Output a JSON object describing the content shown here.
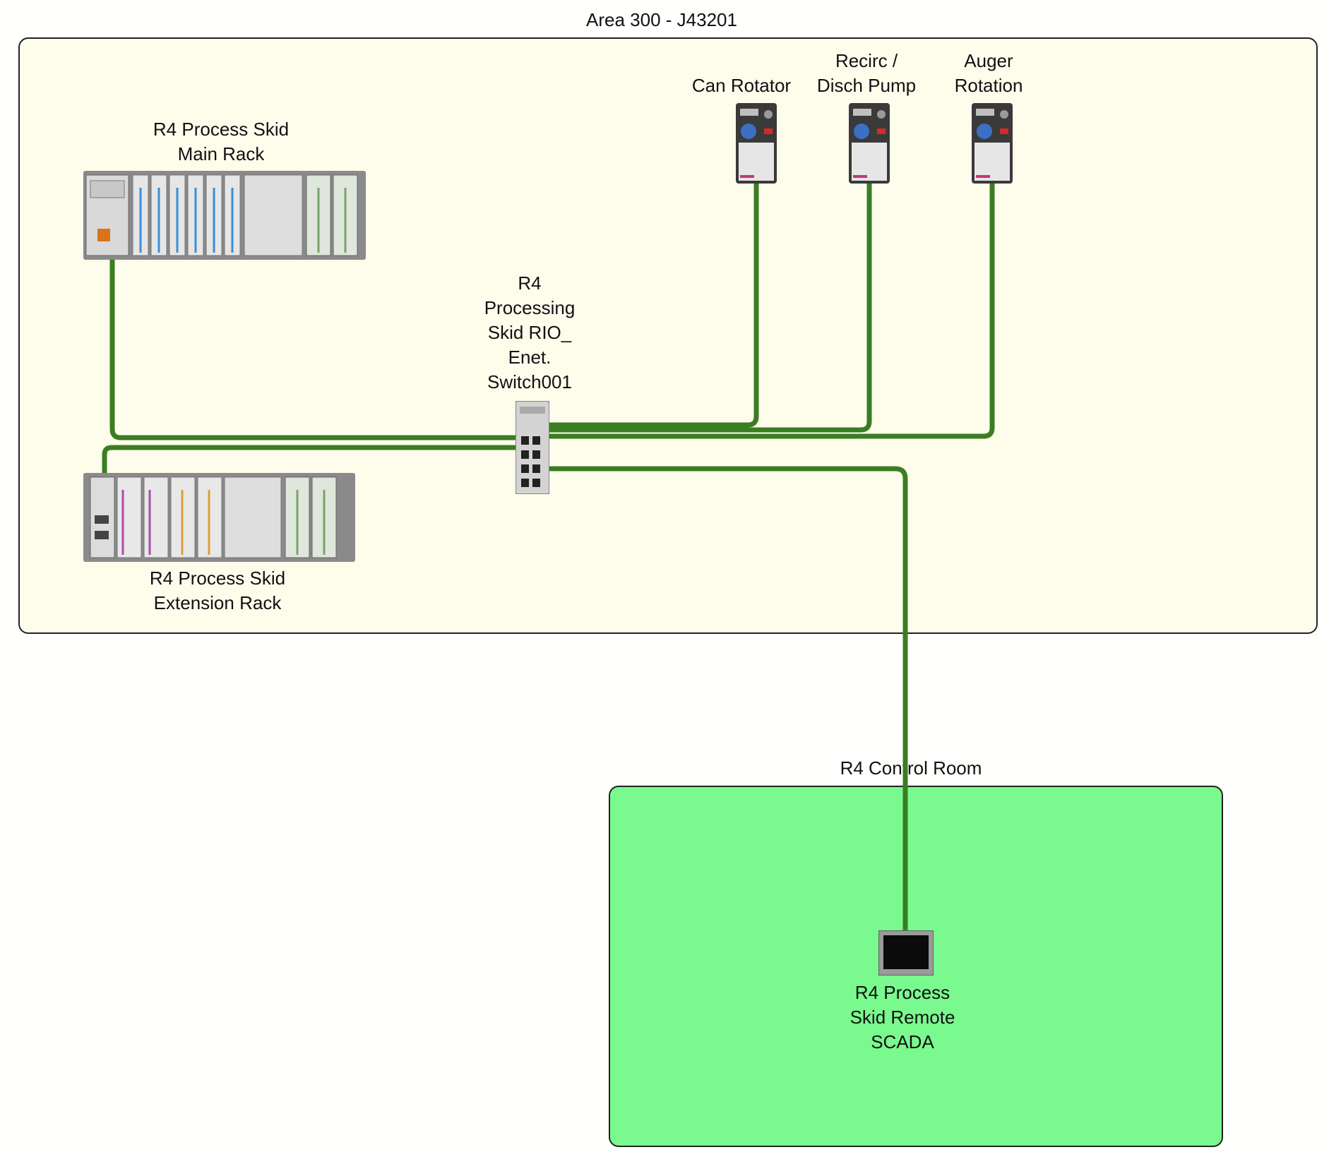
{
  "areas": {
    "plant": {
      "title": "Area 300 - J43201"
    },
    "control_room": {
      "title": "R4 Control Room"
    }
  },
  "devices": {
    "main_rack": {
      "label": "R4 Process Skid\nMain Rack"
    },
    "ext_rack": {
      "label": "R4 Process Skid\nExtension Rack"
    },
    "switch": {
      "label": "R4\nProcessing\nSkid RIO_\nEnet.\nSwitch001"
    },
    "drive_can_rotator": {
      "label": "Can Rotator"
    },
    "drive_recirc": {
      "label": "Recirc /\nDisch Pump"
    },
    "drive_auger": {
      "label": "Auger\nRotation"
    },
    "scada": {
      "label": "R4 Process\nSkid Remote\nSCADA"
    }
  },
  "colors": {
    "wire": "#3a7d22",
    "plant_area_fill": "#fefdec",
    "control_room_fill": "#79f98e"
  }
}
